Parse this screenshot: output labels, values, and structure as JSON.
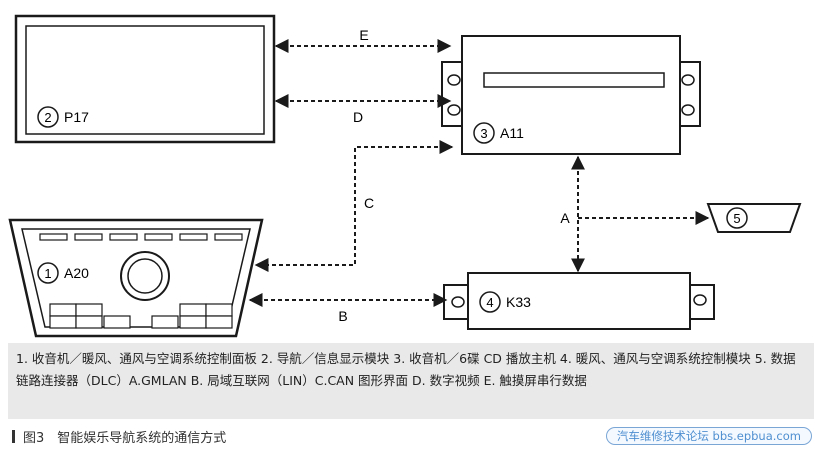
{
  "modules": {
    "p17": {
      "number": "2",
      "name": "P17"
    },
    "a11": {
      "number": "3",
      "name": "A11"
    },
    "a20": {
      "number": "1",
      "name": "A20"
    },
    "k33": {
      "number": "4",
      "name": "K33"
    },
    "dlc": {
      "number": "5"
    }
  },
  "links": {
    "e": "E",
    "d": "D",
    "c": "C",
    "a": "A",
    "b": "B"
  },
  "caption": {
    "legend_text": "1. 收音机／暖风、通风与空调系统控制面板 2. 导航／信息显示模块 3. 收音机／6碟 CD 播放主机 4. 暖风、通风与空调系统控制模块 5. 数据链路连接器（DLC）A.GMLAN B. 局域互联网（LIN）C.CAN 图形界面 D. 数字视频 E. 触摸屏串行数据",
    "figure_title": "图3　智能娱乐导航系统的通信方式",
    "watermark": "汽车维修技术论坛 bbs.epbua.com"
  }
}
